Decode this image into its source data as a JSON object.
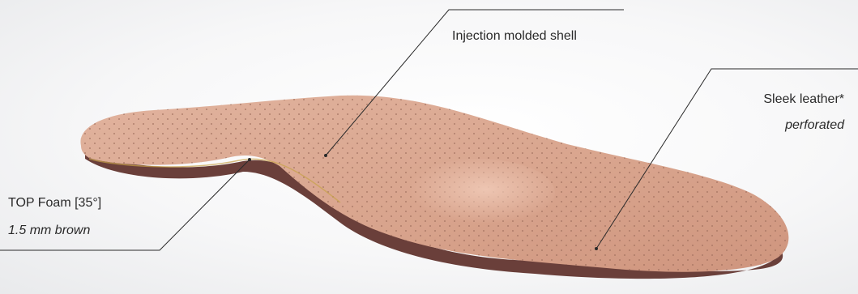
{
  "callouts": {
    "shell": {
      "title": "Injection molded shell"
    },
    "leather": {
      "title": "Sleek leather*",
      "subtitle": "perforated"
    },
    "foam": {
      "title": "TOP Foam [35°]",
      "subtitle": "1.5 mm brown"
    }
  },
  "colors": {
    "leather_top": "#d9a58e",
    "leather_shadow": "#b9826c",
    "sole_edge": "#6a3f3a",
    "background": "#f3f3f4",
    "line": "#2a2a2a",
    "text": "#2a2a2a"
  },
  "icons": {
    "product": "insole-illustration"
  }
}
